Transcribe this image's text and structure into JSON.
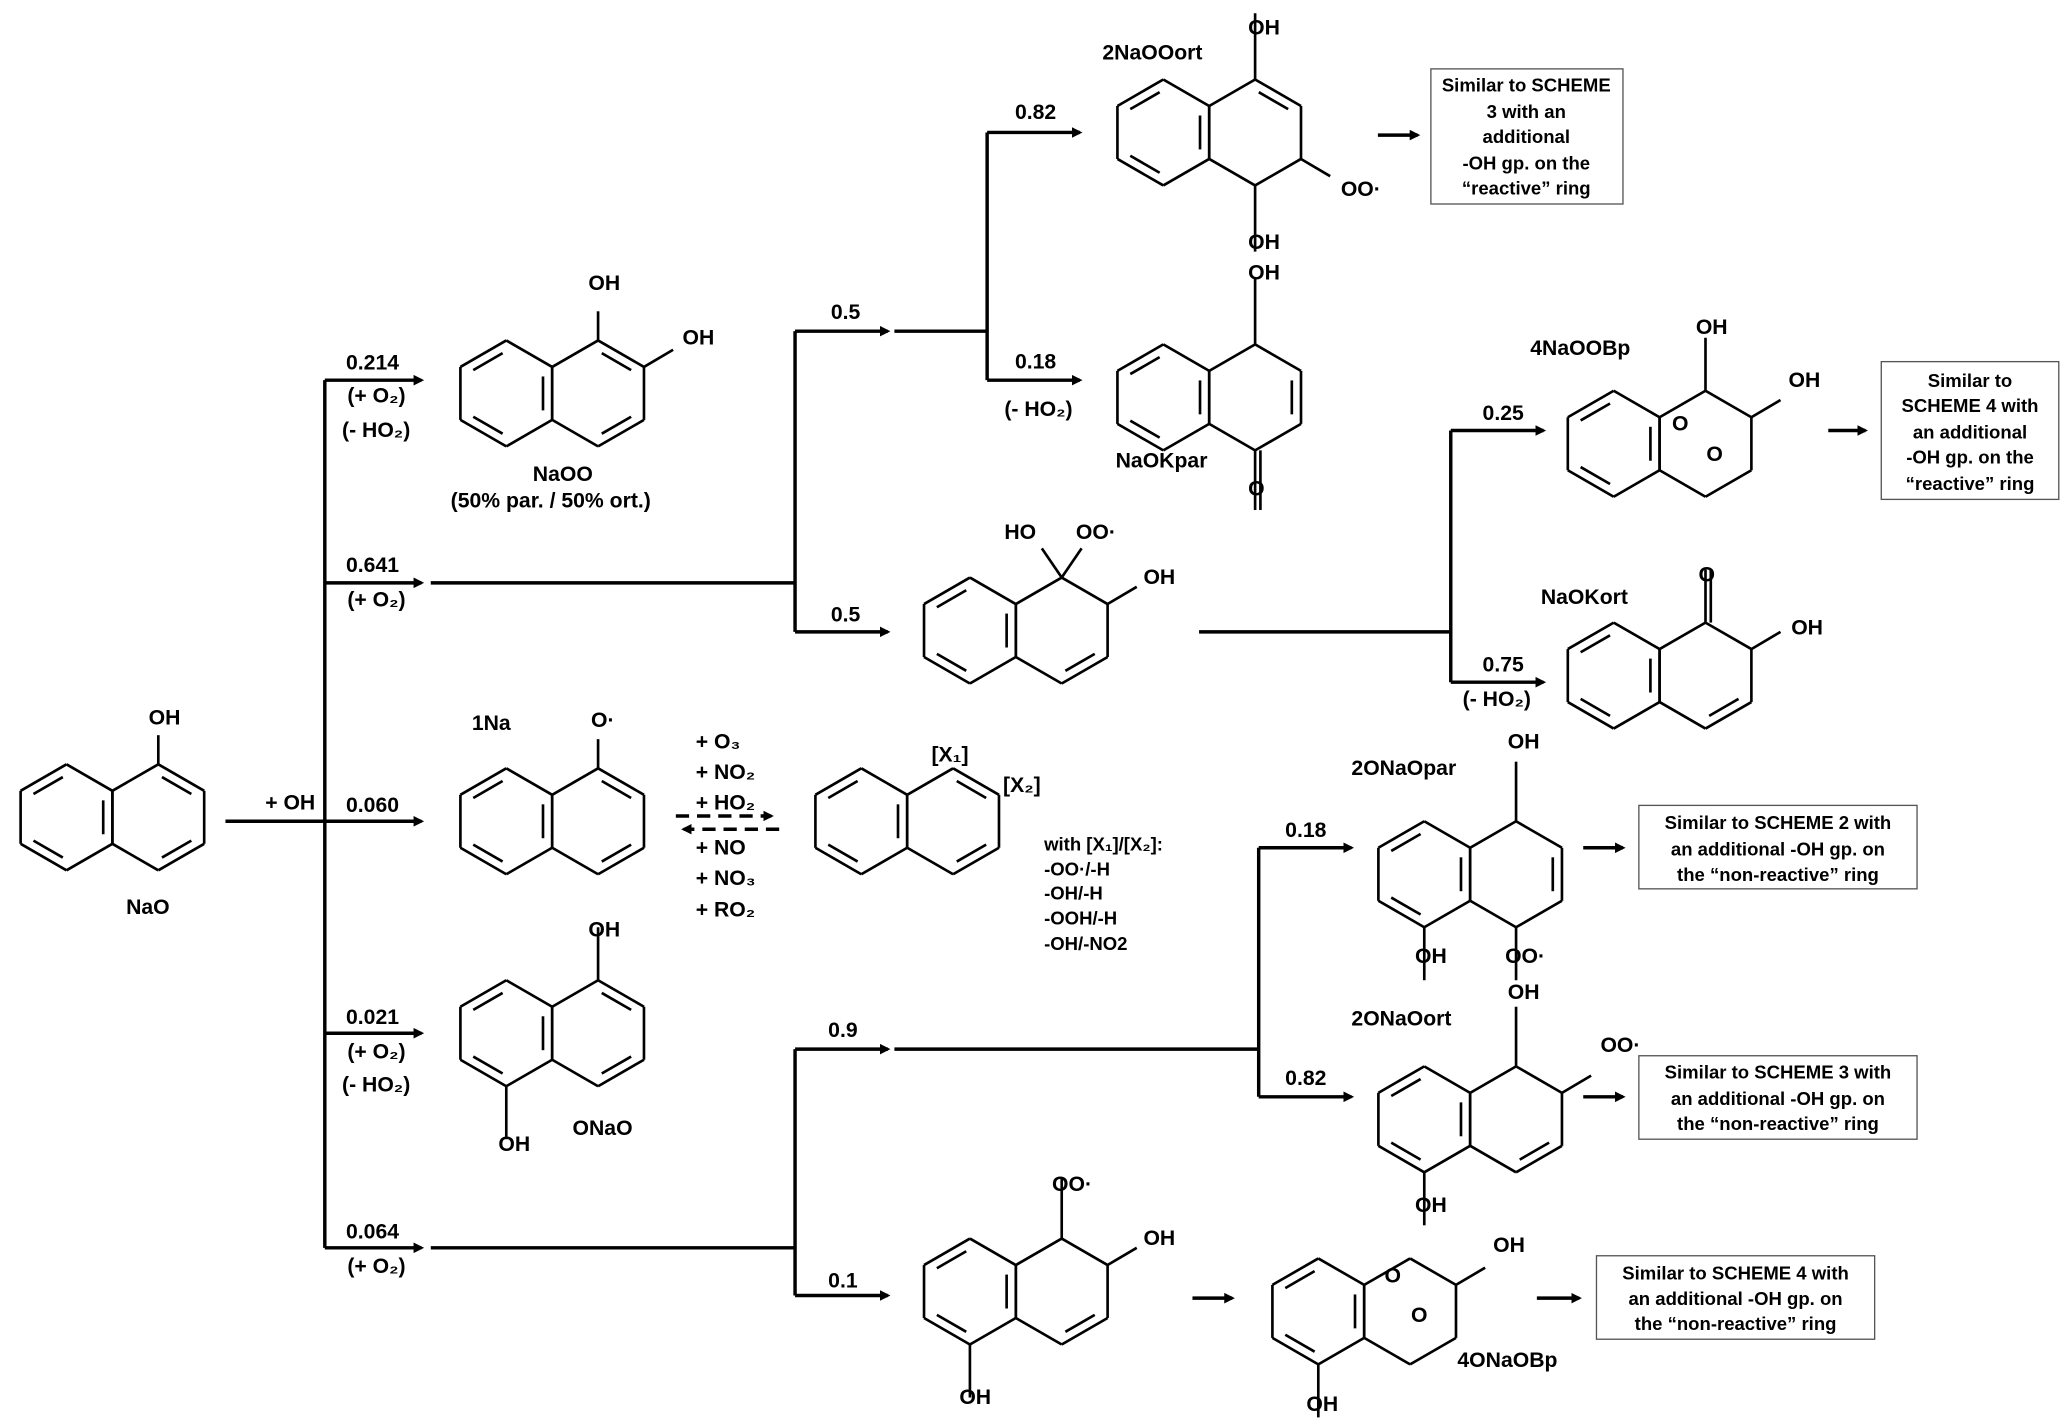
{
  "reagent": "+ OH",
  "branches": {
    "b1": {
      "ratio": "0.214",
      "c1": "(+ O₂)",
      "c2": "(- HO₂)"
    },
    "b2": {
      "ratio": "0.641",
      "c1": "(+ O₂)"
    },
    "b3": {
      "ratio": "0.060"
    },
    "b4": {
      "ratio": "0.021",
      "c1": "(+ O₂)",
      "c2": "(- HO₂)"
    },
    "b5": {
      "ratio": "0.064",
      "c1": "(+ O₂)"
    },
    "s1": "0.5",
    "s2": "0.5",
    "s3": "0.82",
    "s4": "0.18",
    "s4c": "(- HO₂)",
    "s5": "0.25",
    "s6": "0.75",
    "s6c": "(- HO₂)",
    "s7": "0.9",
    "s8": "0.1",
    "s9": "0.18",
    "s10": "0.82"
  },
  "structures": {
    "nao": {
      "name": "NaO",
      "oh": "OH"
    },
    "naoo": {
      "name": "NaOO",
      "note": "(50% par. / 50% ort.)",
      "oh1": "OH",
      "oh2": "OH"
    },
    "naooort2": {
      "name": "2NaOOort",
      "oh1": "OH",
      "oo": "OO·",
      "oh2": "OH"
    },
    "naokpar": {
      "name": "NaOKpar",
      "oh": "OH",
      "o": "O"
    },
    "int1": {
      "ho": "HO",
      "oo": "OO·",
      "oh": "OH"
    },
    "naoobp4": {
      "name": "4NaOOBp",
      "oh1": "OH",
      "oh2": "OH",
      "o1": "O",
      "o2": "O"
    },
    "naokort": {
      "name": "NaOKort",
      "o": "O",
      "oh": "OH"
    },
    "na1": {
      "name": "1Na",
      "o": "O·"
    },
    "xprod": {
      "x1": "[X₁]",
      "x2": "[X₂]"
    },
    "onaopar2": {
      "name": "2ONaOpar",
      "oh1": "OH",
      "oh2": "OH",
      "oo": "OO·"
    },
    "onao": {
      "name": "ONaO",
      "oh1": "OH",
      "oh2": "OH"
    },
    "onaoort2": {
      "name": "2ONaOort",
      "oh1": "OH",
      "oo": "OO·",
      "oh2": "OH"
    },
    "int2": {
      "oo": "OO·",
      "oh1": "OH",
      "oh2": "OH"
    },
    "onaobp4": {
      "name": "4ONaOBp",
      "oh1": "OH",
      "oh2": "OH",
      "o1": "O",
      "o2": "O"
    }
  },
  "equilibrium": {
    "forward": [
      "+ O₃",
      "+ NO₂",
      "+ HO₂"
    ],
    "backward": [
      "+ NO",
      "+ NO₃",
      "+ RO₂"
    ]
  },
  "substituents": {
    "title": "with [X₁]/[X₂]:",
    "items": [
      "-OO·/-H",
      "-OH/-H",
      "-OOH/-H",
      "-OH/-NO2"
    ]
  },
  "boxes": {
    "box1": [
      "Similar to SCHEME",
      "3 with  an",
      "additional",
      "-OH gp. on the",
      "“reactive” ring"
    ],
    "box2": [
      "Similar to",
      "SCHEME 4 with",
      "an additional",
      "-OH gp. on the",
      "“reactive” ring"
    ],
    "box3": [
      "Similar to SCHEME 2 with",
      "an additional  -OH gp. on",
      "the “non-reactive” ring"
    ],
    "box4": [
      "Similar to SCHEME 3 with",
      "an additional  -OH gp. on",
      "the “non-reactive” ring"
    ],
    "box5": [
      "Similar to SCHEME 4 with",
      "an additional  -OH gp. on",
      "the “non-reactive” ring"
    ]
  }
}
